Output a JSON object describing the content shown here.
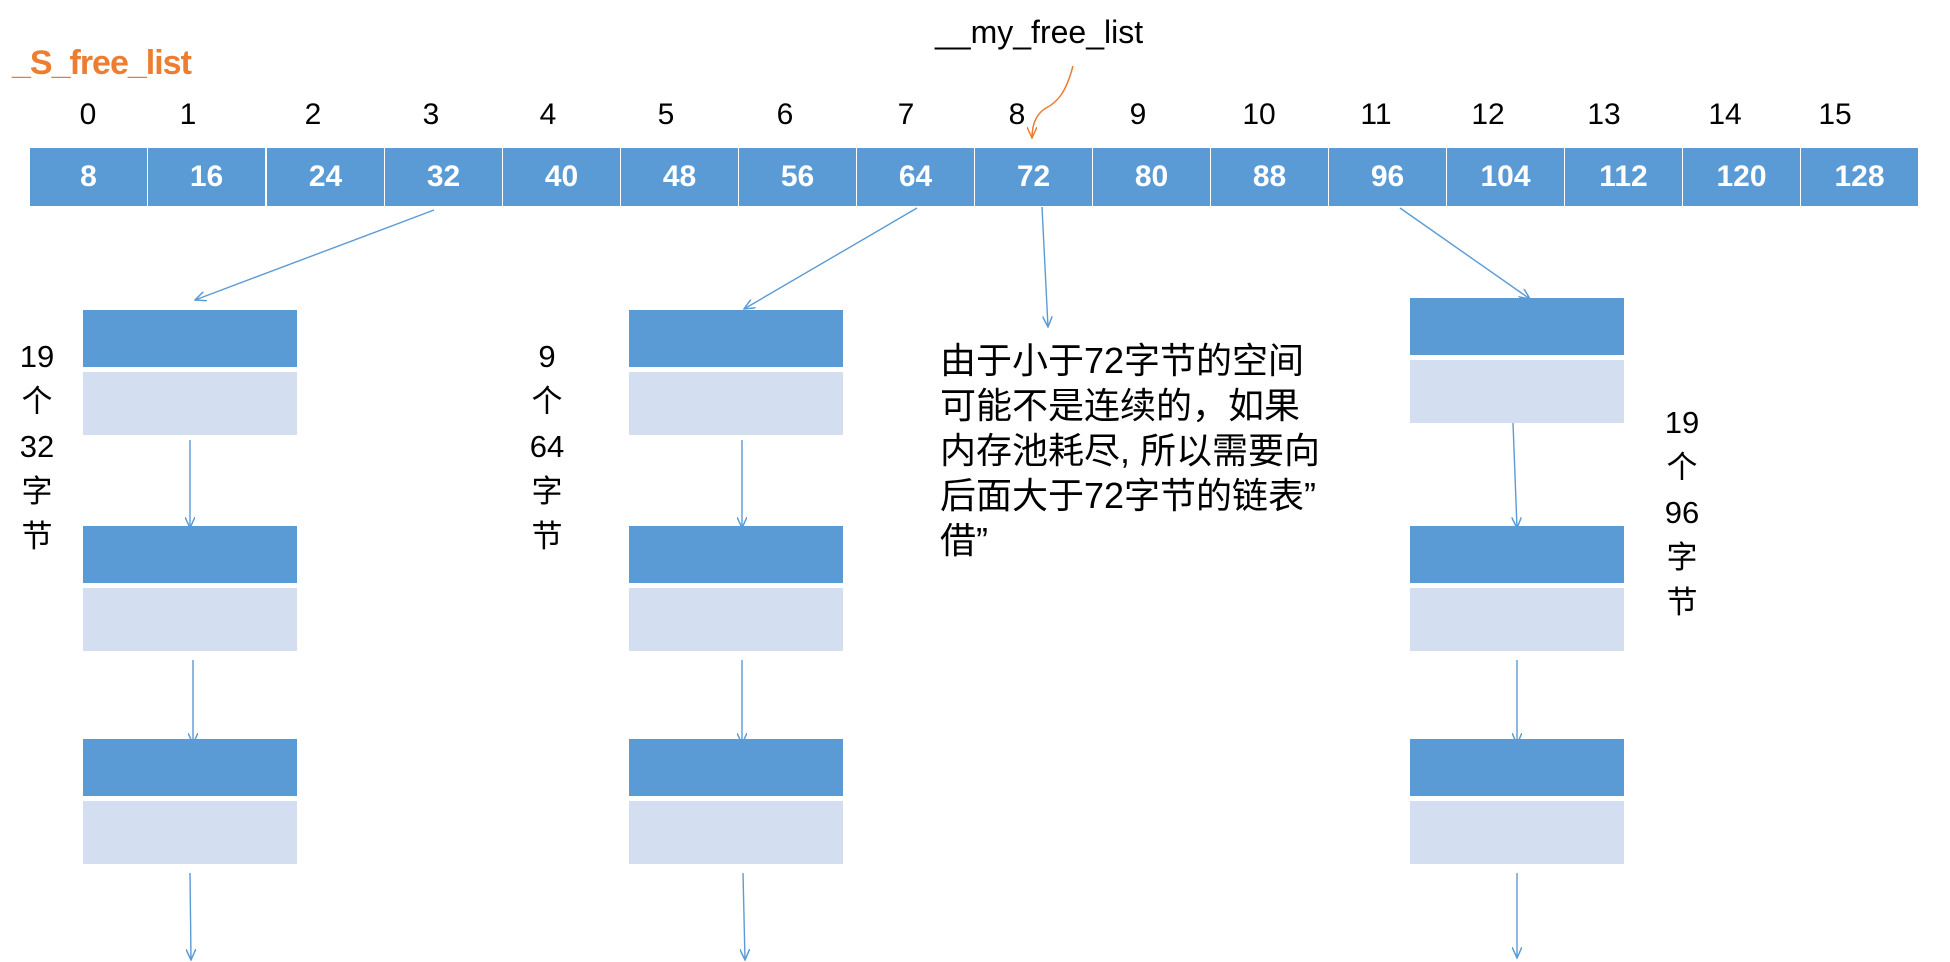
{
  "title": "_S_free_list",
  "pointer_label": "__my_free_list",
  "array": {
    "indices": [
      "0",
      "1",
      "2",
      "3",
      "4",
      "5",
      "6",
      "7",
      "8",
      "9",
      "10",
      "11",
      "12",
      "13",
      "14",
      "15"
    ],
    "sizes": [
      "8",
      "16",
      "24",
      "32",
      "40",
      "48",
      "56",
      "64",
      "72",
      "80",
      "88",
      "96",
      "104",
      "112",
      "120",
      "128"
    ]
  },
  "chains": [
    {
      "index": 3,
      "label": [
        "19",
        "个",
        "32",
        "字",
        "节"
      ]
    },
    {
      "index": 7,
      "label": [
        "9",
        "个",
        "64",
        "字",
        "节"
      ]
    },
    {
      "index": 11,
      "label": [
        "19",
        "个",
        "96",
        "字",
        "节"
      ]
    }
  ],
  "note": {
    "lines": [
      "由于小于72字节的空间",
      "可能不是连续的，如果",
      "内存池耗尽, 所以需要向",
      "后面大于72字节的链表”",
      "借”"
    ]
  },
  "colors": {
    "title": "#ED7D31",
    "cell": "#5B9BD5",
    "block_dark": "#5B9BD5",
    "block_light": "#D3DFF0",
    "connector": "#5B9BD5",
    "pointer_arrow": "#ED7D31"
  },
  "icons": [
    "arrow-down-icon",
    "curved-pointer-arrow-icon"
  ]
}
